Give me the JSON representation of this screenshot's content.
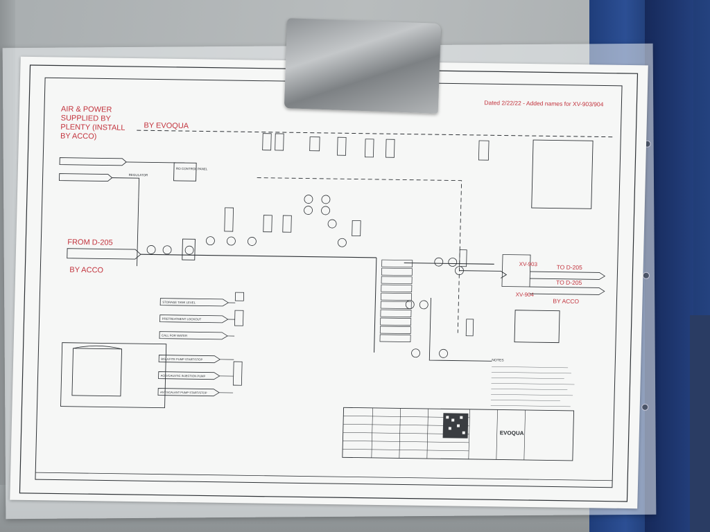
{
  "drawing": {
    "note_top_right": "Dated 2/22/22 - Added names for XV-903/904",
    "air_power_line1": "AIR & POWER",
    "air_power_line2": "SUPPLIED BY",
    "air_power_line3": "PLENTY (INSTALL",
    "air_power_line4": "BY ACCO)",
    "by_evoqua": "BY EVOQUA",
    "from_source": "FROM D-205",
    "by_acco_left": "BY ACCO",
    "valve_upper": "XV-903",
    "valve_lower": "XV-904",
    "to_upper": "TO D-205",
    "to_lower": "TO D-205",
    "by_acco_right": "BY ACCO",
    "company_logo": "EVOQUA",
    "fine_labels": {
      "ro_control": "RO CONTROL PANEL",
      "regulator": "REGULATOR",
      "storage_tank": "STORAGE TANK LEVEL",
      "pretreatment": "PRETREATMENT LOCKOUT",
      "call_for_water": "CALL FOR WATER",
      "bisulfite": "BISULFITE PUMP START/STOP",
      "acid_caustic": "ACID/CAUSTIC INJECTION PUMP",
      "antiscalant": "ANTISCALANT PUMP START/STOP",
      "notes": "NOTES"
    },
    "red_color": "#c2323c"
  }
}
